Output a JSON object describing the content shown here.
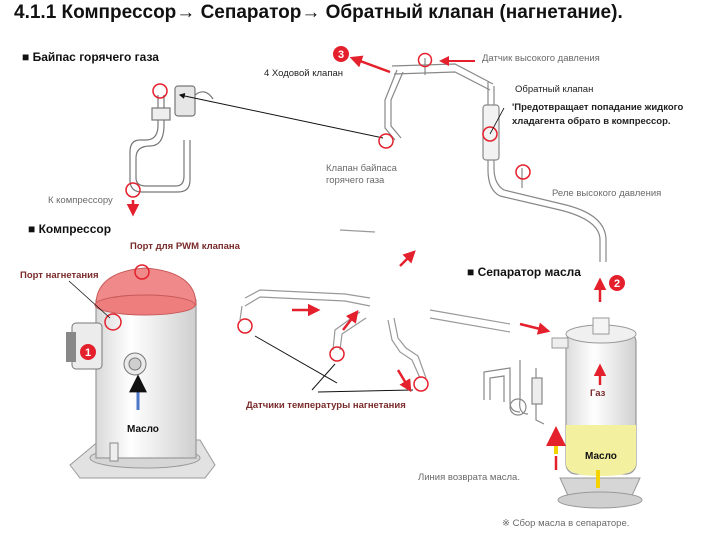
{
  "title": "4.1.1 Компрессор→ Сепаратор→ Обратный клапан (нагнетание).",
  "sections": {
    "hot_gas_bypass": "■  Байпас горячего газа",
    "compressor": "■ Компрессор",
    "oil_separator": "■ Сепаратор масла"
  },
  "labels": {
    "four_way_valve": "4  Ходовой клапан",
    "high_pressure_sensor": "Датчик высокого давления",
    "check_valve": "Обратный клапан",
    "check_valve_note": "'Предотвращает попадание жидкого хладагента обрато в компрессор.",
    "to_compressor": "К компрессору",
    "bypass_valve": "Клапан байпаса горячего газа",
    "high_pressure_switch": "Реле высокого давления",
    "pwm_port": "Порт для PWM клапана",
    "discharge_port": "Порт нагнетания",
    "discharge_temp_sensors": "Датчики  температуры нагнетания",
    "gas": "Газ",
    "oil_compressor": "Масло",
    "oil_separator": "Масло",
    "oil_return_line": "Линия возврата масла.",
    "oil_collection_note": "※ Сбор масла в сепараторе."
  },
  "badges": [
    "1",
    "2",
    "3"
  ],
  "colors": {
    "accent_red": "#e3202c",
    "flow_blue": "#4d77c9",
    "oil_yellow": "#f3f0a0",
    "compressor_top": "#f08a8a"
  }
}
